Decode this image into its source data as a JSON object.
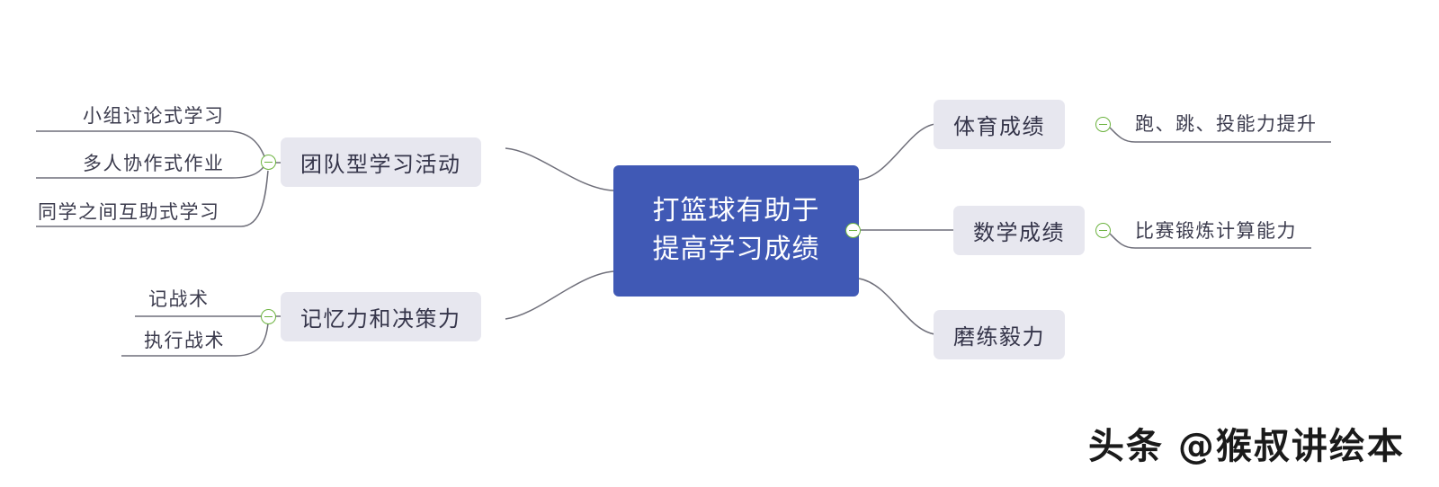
{
  "central": {
    "line1": "打篮球有助于",
    "line2": "提高学习成绩",
    "color": "#4059b5",
    "text_color": "#ffffff"
  },
  "branches": {
    "left": [
      {
        "label": "团队型学习活动",
        "children": [
          {
            "label": "小组讨论式学习"
          },
          {
            "label": "多人协作式作业"
          },
          {
            "label": "同学之间互助式学习"
          }
        ]
      },
      {
        "label": "记忆力和决策力",
        "children": [
          {
            "label": "记战术"
          },
          {
            "label": "执行战术"
          }
        ]
      }
    ],
    "right": [
      {
        "label": "体育成绩",
        "children": [
          {
            "label": "跑、跳、投能力提升"
          }
        ]
      },
      {
        "label": "数学成绩",
        "children": [
          {
            "label": "比赛锻炼计算能力"
          }
        ]
      },
      {
        "label": "磨练毅力",
        "children": []
      }
    ]
  },
  "icons": {
    "collapse": "minus-circle-icon"
  },
  "theme": {
    "node_bg": "#e7e7ef",
    "node_text": "#35354a",
    "leaf_text": "#3b3b4d",
    "link_color": "#6f6f7a",
    "collapse_color": "#6cb33f",
    "background": "#ffffff"
  },
  "watermark": {
    "text": "头条 @猴叔讲绘本"
  }
}
